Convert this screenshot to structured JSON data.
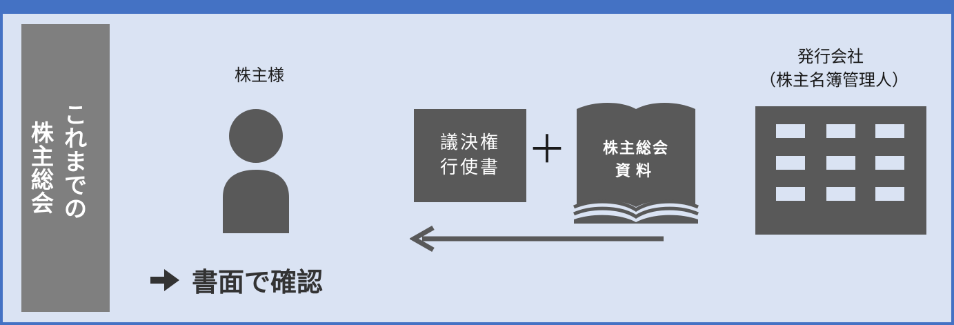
{
  "sidebar": {
    "column_right": [
      "こ",
      "れ",
      "ま",
      "で",
      "の"
    ],
    "column_left": [
      "株",
      "主",
      "総",
      "会"
    ]
  },
  "shareholder": {
    "label": "株主様"
  },
  "issuer": {
    "label_line1": "発行会社",
    "label_line2": "（株主名簿管理人）"
  },
  "documents": {
    "proxy_line1": "議決権",
    "proxy_line2": "行使書",
    "plus": "＋",
    "materials_line1": "株主総会",
    "materials_line2": "資料"
  },
  "confirm": {
    "label": "書面で確認"
  },
  "colors": {
    "background": "#dae3f3",
    "frame": "#4472c4",
    "sidebar": "#7f7f7f",
    "icons": "#595959"
  }
}
